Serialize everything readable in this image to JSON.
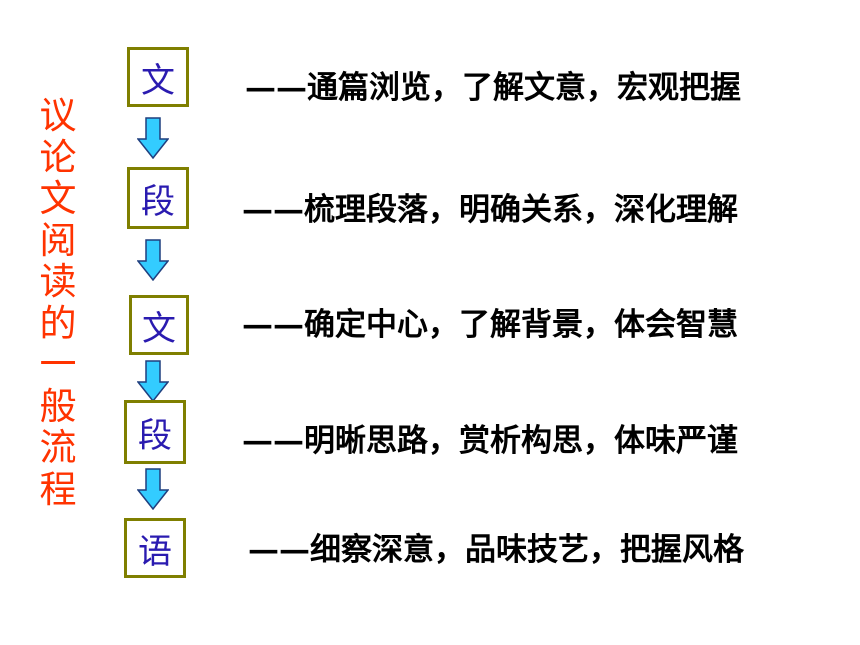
{
  "side_title": [
    "议",
    "论",
    "文",
    "阅",
    "读",
    "的",
    "一",
    "般",
    "流",
    "程"
  ],
  "steps": [
    {
      "char": "文",
      "desc": "——通篇浏览，了解文意，宏观把握"
    },
    {
      "char": "段",
      "desc": "——梳理段落，明确关系，深化理解"
    },
    {
      "char": "文",
      "desc": "——确定中心，了解背景，体会智慧"
    },
    {
      "char": "段",
      "desc": "——明晰思路，赏析构思，体味严谨"
    },
    {
      "char": "语",
      "desc": "——细察深意，品味技艺，把握风格"
    }
  ],
  "colors": {
    "title": "#ff3300",
    "box_border": "#7f7f00",
    "box_text": "#2a1bb0",
    "arrow_fill": "#33ccff",
    "arrow_stroke": "#1f3f7f"
  }
}
